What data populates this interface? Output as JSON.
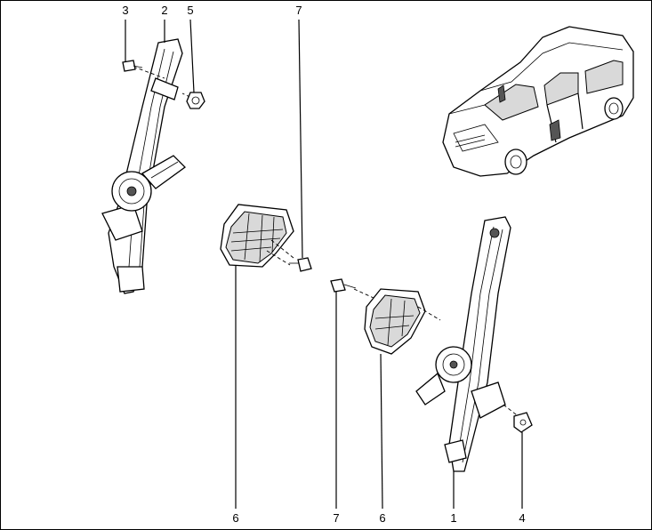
{
  "diagram": {
    "callouts": {
      "c3": "3",
      "c2": "2",
      "c5": "5",
      "c7_top": "7",
      "c6_left": "6",
      "c7_bottom": "7",
      "c6_right": "6",
      "c1": "1",
      "c4": "4"
    }
  }
}
